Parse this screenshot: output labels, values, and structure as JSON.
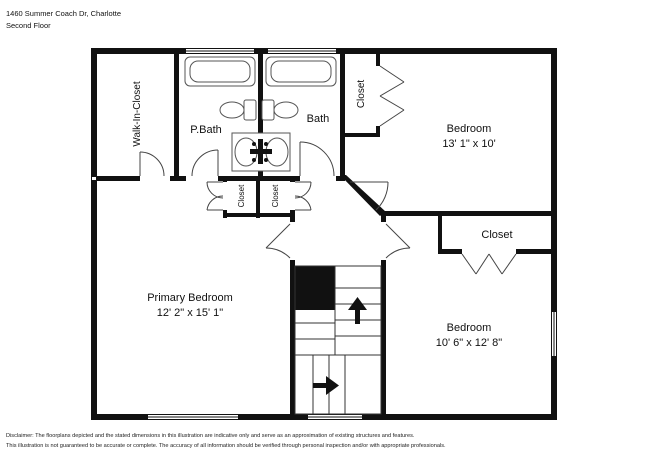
{
  "header": {
    "address": "1460 Summer Coach Dr, Charlotte",
    "floor": "Second Floor"
  },
  "rooms": {
    "walk_in_closet": "Walk-In-Closet",
    "p_bath": "P.Bath",
    "bath": "Bath",
    "closet_top": "Closet",
    "bedroom_top_right": {
      "name": "Bedroom",
      "dims": "13' 1\" x 10'"
    },
    "closet_a": "Closet",
    "closet_b": "Closet",
    "closet_right": "Closet",
    "primary_bedroom": {
      "name": "Primary Bedroom",
      "dims": "12' 2\" x 15' 1\""
    },
    "bedroom_bottom_right": {
      "name": "Bedroom",
      "dims": "10' 6\" x 12' 8\""
    }
  },
  "disclaimer": {
    "line1": "Disclaimer: The floorplans depicted and the stated dimensions in this illustration are indicative only and serve as an approximation of existing structures and features.",
    "line2": "This illustration is not guaranteed to be accurate or complete. The accuracy of all information should be verified through personal inspection and/or with appropriate professionals."
  },
  "colors": {
    "wall": "#111111",
    "background": "#ffffff",
    "fixture": "#555555"
  }
}
